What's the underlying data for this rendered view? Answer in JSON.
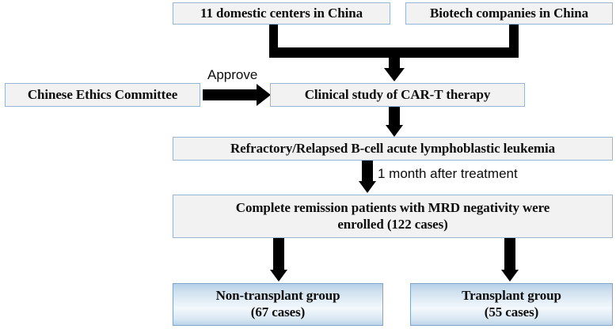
{
  "diagram": {
    "title": "CAR-T therapy clinical study enrollment flowchart",
    "type": "flowchart",
    "colors": {
      "box_fill": "#f2f2f2",
      "box_border": "#9ab6d4",
      "group_box_gradient_top": "#b6cfe6",
      "group_box_gradient_mid": "#f3f8fc",
      "group_box_border": "#7fa6c8",
      "connector": "#000000",
      "text": "#0d0d0d",
      "background": "#ffffff"
    },
    "nodes": {
      "centers": {
        "text": "11 domestic centers in China"
      },
      "biotech": {
        "text": "Biotech companies in China"
      },
      "ethics": {
        "text": "Chinese Ethics Committee"
      },
      "clinical": {
        "text": "Clinical study of CAR-T therapy"
      },
      "refractory": {
        "text": "Refractory/Relapsed B-cell acute lymphoblastic leukemia"
      },
      "enrolled": {
        "line1": "Complete remission patients with MRD negativity were",
        "line2": "enrolled (122 cases)",
        "cases": 122
      },
      "non_transplant": {
        "line1": "Non-transplant group",
        "line2": "(67 cases)",
        "cases": 67
      },
      "transplant": {
        "line1": "Transplant group",
        "line2": "(55 cases)",
        "cases": 55
      }
    },
    "edge_labels": {
      "approve": "Approve",
      "one_month": "1 month after treatment"
    }
  }
}
